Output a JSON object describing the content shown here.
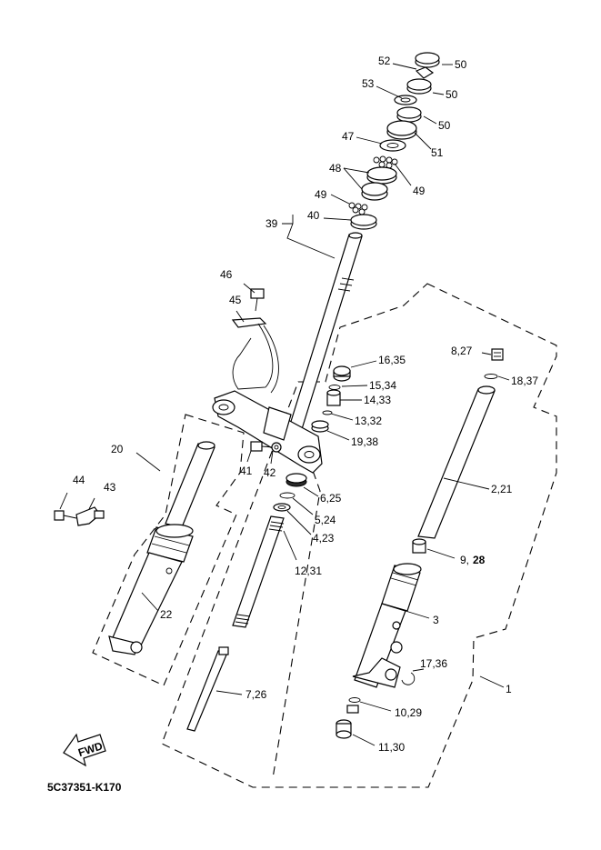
{
  "diagram_code": "5C37351-K170",
  "fwd_label": "FWD",
  "callouts": {
    "c52": "52",
    "c50a": "50",
    "c53": "53",
    "c50b": "50",
    "c50c": "50",
    "c47": "47",
    "c51": "51",
    "c48": "48",
    "c49a": "49",
    "c49b": "49",
    "c40": "40",
    "c39": "39",
    "c46": "46",
    "c45": "45",
    "c827": "8,27",
    "c1837": "18,37",
    "c1635": "16,35",
    "c1534": "15,34",
    "c1433": "14,33",
    "c1332": "13,32",
    "c1938": "19,38",
    "c20": "20",
    "c41": "41",
    "c42": "42",
    "c625": "6,25",
    "c524": "5,24",
    "c423": "4,23",
    "c221": "2,21",
    "c44": "44",
    "c43": "43",
    "c1231": "12,31",
    "c9": "9,",
    "c28": "28",
    "c22": "22",
    "c3": "3",
    "c1736": "17,36",
    "c726": "7,26",
    "c1": "1",
    "c1029": "10,29",
    "c1130": "11,30"
  }
}
